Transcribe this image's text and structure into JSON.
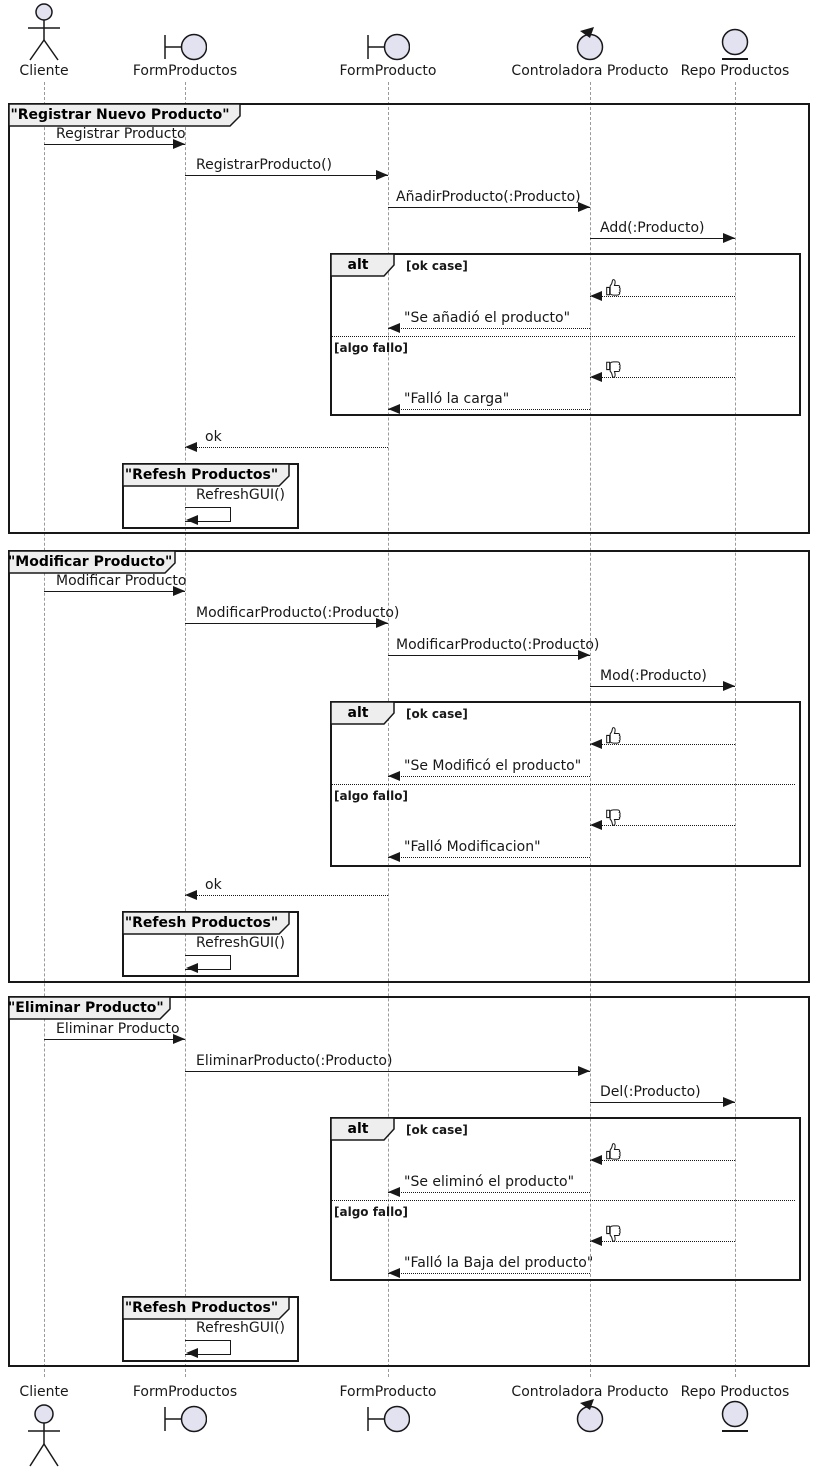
{
  "colors": {
    "line": "#181818",
    "lifeline": "#9a9a9a",
    "tab_background": "#EEEEEE",
    "icon_fill": "#E2E2F0"
  },
  "participants": [
    {
      "label": "Cliente",
      "type": "actor"
    },
    {
      "label": "FormProductos",
      "type": "boundary"
    },
    {
      "label": "FormProducto",
      "type": "boundary"
    },
    {
      "label": "Controladora Producto",
      "type": "control"
    },
    {
      "label": "Repo Productos",
      "type": "entity"
    }
  ],
  "frames": [
    {
      "title": "\"Registrar Nuevo Producto\"",
      "messages": [
        "Registrar Producto",
        "RegistrarProducto()",
        "AñadirProducto(:Producto)",
        "Add(:Producto)"
      ],
      "alt": {
        "operator": "alt",
        "guard_ok": "[ok case]",
        "guard_fail": "[algo fallo]",
        "icon_ok": "thumbs-up",
        "icon_fail": "thumbs-down",
        "reply_ok": "\"Se añadió el producto\"",
        "reply_fail": "\"Falló la carga\""
      },
      "return_label": "ok",
      "subframe": {
        "title": "\"Refesh Productos\"",
        "message": "RefreshGUI()"
      }
    },
    {
      "title": "\"Modificar Producto\"",
      "messages": [
        "Modificar Producto",
        "ModificarProducto(:Producto)",
        "ModificarProducto(:Producto)",
        "Mod(:Producto)"
      ],
      "alt": {
        "operator": "alt",
        "guard_ok": "[ok case]",
        "guard_fail": "[algo fallo]",
        "icon_ok": "thumbs-up",
        "icon_fail": "thumbs-down",
        "reply_ok": "\"Se Modificó el producto\"",
        "reply_fail": "\"Falló Modificacion\""
      },
      "return_label": "ok",
      "subframe": {
        "title": "\"Refesh Productos\"",
        "message": "RefreshGUI()"
      }
    },
    {
      "title": "\"Eliminar Producto\"",
      "messages": [
        "Eliminar Producto",
        "EliminarProducto(:Producto)",
        "Del(:Producto)"
      ],
      "alt": {
        "operator": "alt",
        "guard_ok": "[ok case]",
        "guard_fail": "[algo fallo]",
        "icon_ok": "thumbs-up",
        "icon_fail": "thumbs-down",
        "reply_ok": "\"Se eliminó el producto\"",
        "reply_fail": "\"Falló la Baja del producto\""
      },
      "subframe": {
        "title": "\"Refesh Productos\"",
        "message": "RefreshGUI()"
      }
    }
  ]
}
